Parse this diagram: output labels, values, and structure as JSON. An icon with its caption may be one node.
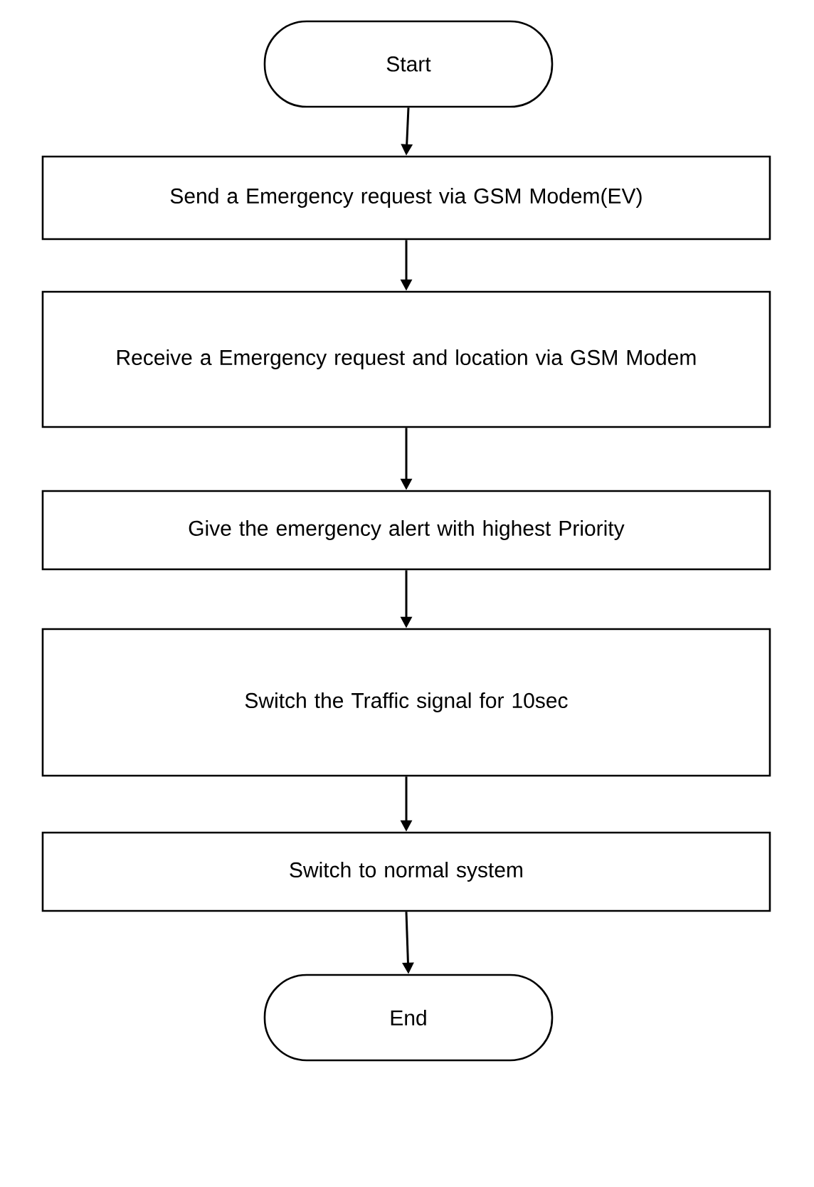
{
  "diagram": {
    "nodes": [
      {
        "text": [
          "Start"
        ]
      },
      {
        "text": [
          "Send a Emergency request via GSM Modem(EV)"
        ]
      },
      {
        "text": [
          "Receive a Emergency request and location via GSM Modem"
        ]
      },
      {
        "text": [
          "Give the emergency alert with highest Priority"
        ]
      },
      {
        "text": [
          "Switch the Traffic signal for 10sec"
        ]
      },
      {
        "text": [
          "Switch to normal system"
        ]
      },
      {
        "text": [
          "End"
        ]
      }
    ],
    "edges": [
      {
        "from": 0,
        "to": 1,
        "arrow": "to"
      },
      {
        "from": 1,
        "to": 2,
        "arrow": "to"
      },
      {
        "from": 2,
        "to": 3,
        "arrow": "to"
      },
      {
        "from": 3,
        "to": 4,
        "arrow": "to"
      },
      {
        "from": 4,
        "to": 5,
        "arrow": "to"
      },
      {
        "from": 5,
        "to": 6,
        "arrow": "to"
      }
    ]
  }
}
